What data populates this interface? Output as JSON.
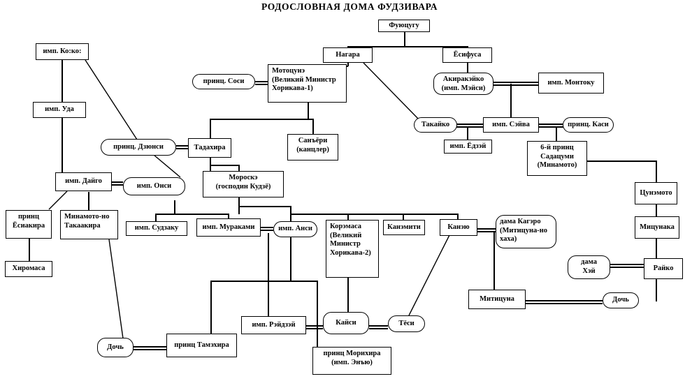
{
  "diagram": {
    "title": "РОДОСЛОВНАЯ ДОМА ФУДЗИВАРА",
    "type": "genealogy-tree",
    "nodes": {
      "fuyutsugu": {
        "label": "Фуюцугу"
      },
      "nagara": {
        "label": "Нагара"
      },
      "yoshifusa": {
        "label": "Ёсифуса"
      },
      "kokoo": {
        "label": "имп. Ко:ко:"
      },
      "uda": {
        "label": "имп. Уда"
      },
      "soshi": {
        "label": "принц. Соси"
      },
      "mototsune_1": {
        "label": "Мотоцунэ"
      },
      "mototsune_2": {
        "label": "(Великий Министр"
      },
      "mototsune_3": {
        "label": "Хорикава-1)"
      },
      "akirakeiko_1": {
        "label": "Акиракэйко"
      },
      "akirakeiko_2": {
        "label": "(имп. Мэйси)"
      },
      "montoku": {
        "label": "имп. Монтоку"
      },
      "takaiko": {
        "label": "Такайко"
      },
      "seiwa": {
        "label": "имп. Сэйва"
      },
      "kashi": {
        "label": "принц. Каси"
      },
      "yozei": {
        "label": "имп. Ёдзэй"
      },
      "sadatsumi_1": {
        "label": "6-й принц"
      },
      "sadatsumi_2": {
        "label": "Садацуми"
      },
      "sadatsumi_3": {
        "label": "(Минамото)"
      },
      "junshi": {
        "label": "принц. Дзюнси"
      },
      "tadahira": {
        "label": "Тадахира"
      },
      "sanyori_1": {
        "label": "Санъёри"
      },
      "sanyori_2": {
        "label": "(канцлер)"
      },
      "morosuke_1": {
        "label": "Мороскэ"
      },
      "morosuke_2": {
        "label": "(господин Кудзё)"
      },
      "daigo": {
        "label": "имп. Дайго"
      },
      "onshi": {
        "label": "имп. Онси"
      },
      "yoshiakira_1": {
        "label": "принц"
      },
      "yoshiakira_2": {
        "label": "Ёсиакира"
      },
      "takaakira_1": {
        "label": "Минамото-но"
      },
      "takaakira_2": {
        "label": "Такаакира"
      },
      "hiromasa": {
        "label": "Хиромаса"
      },
      "suzaku": {
        "label": "имп. Судзаку"
      },
      "murakami": {
        "label": "имп. Мураками"
      },
      "anshi": {
        "label": "имп. Анси"
      },
      "koremasa_1": {
        "label": "Корэмаса"
      },
      "koremasa_2": {
        "label": "(Великий"
      },
      "koremasa_3": {
        "label": "Министр"
      },
      "koremasa_4": {
        "label": "Хорикава-2)"
      },
      "kanemichi": {
        "label": "Канэмити"
      },
      "kaneyu": {
        "label": "Канэю"
      },
      "kagero_1": {
        "label": "дама Кагэро"
      },
      "kagero_2": {
        "label": "(Митицуна-но"
      },
      "kagero_3": {
        "label": "хаха)"
      },
      "tsunemoto": {
        "label": "Цунэмото"
      },
      "mitsunaka": {
        "label": "Мицунака"
      },
      "hei_1": {
        "label": "дама"
      },
      "hei_2": {
        "label": "Хэй"
      },
      "raiko": {
        "label": "Райко"
      },
      "michitsuna": {
        "label": "Митицуна"
      },
      "doch_right": {
        "label": "Дочь"
      },
      "reizei": {
        "label": "имп. Рэйдзэй"
      },
      "kaishi": {
        "label": "Кайси"
      },
      "choshi": {
        "label": "Тёси"
      },
      "morihira_1": {
        "label": "принц Морихира"
      },
      "morihira_2": {
        "label": "(имп. Энъю)"
      },
      "doch_left": {
        "label": "Дочь"
      },
      "tamehira": {
        "label": "принц Тамэхира"
      }
    }
  }
}
